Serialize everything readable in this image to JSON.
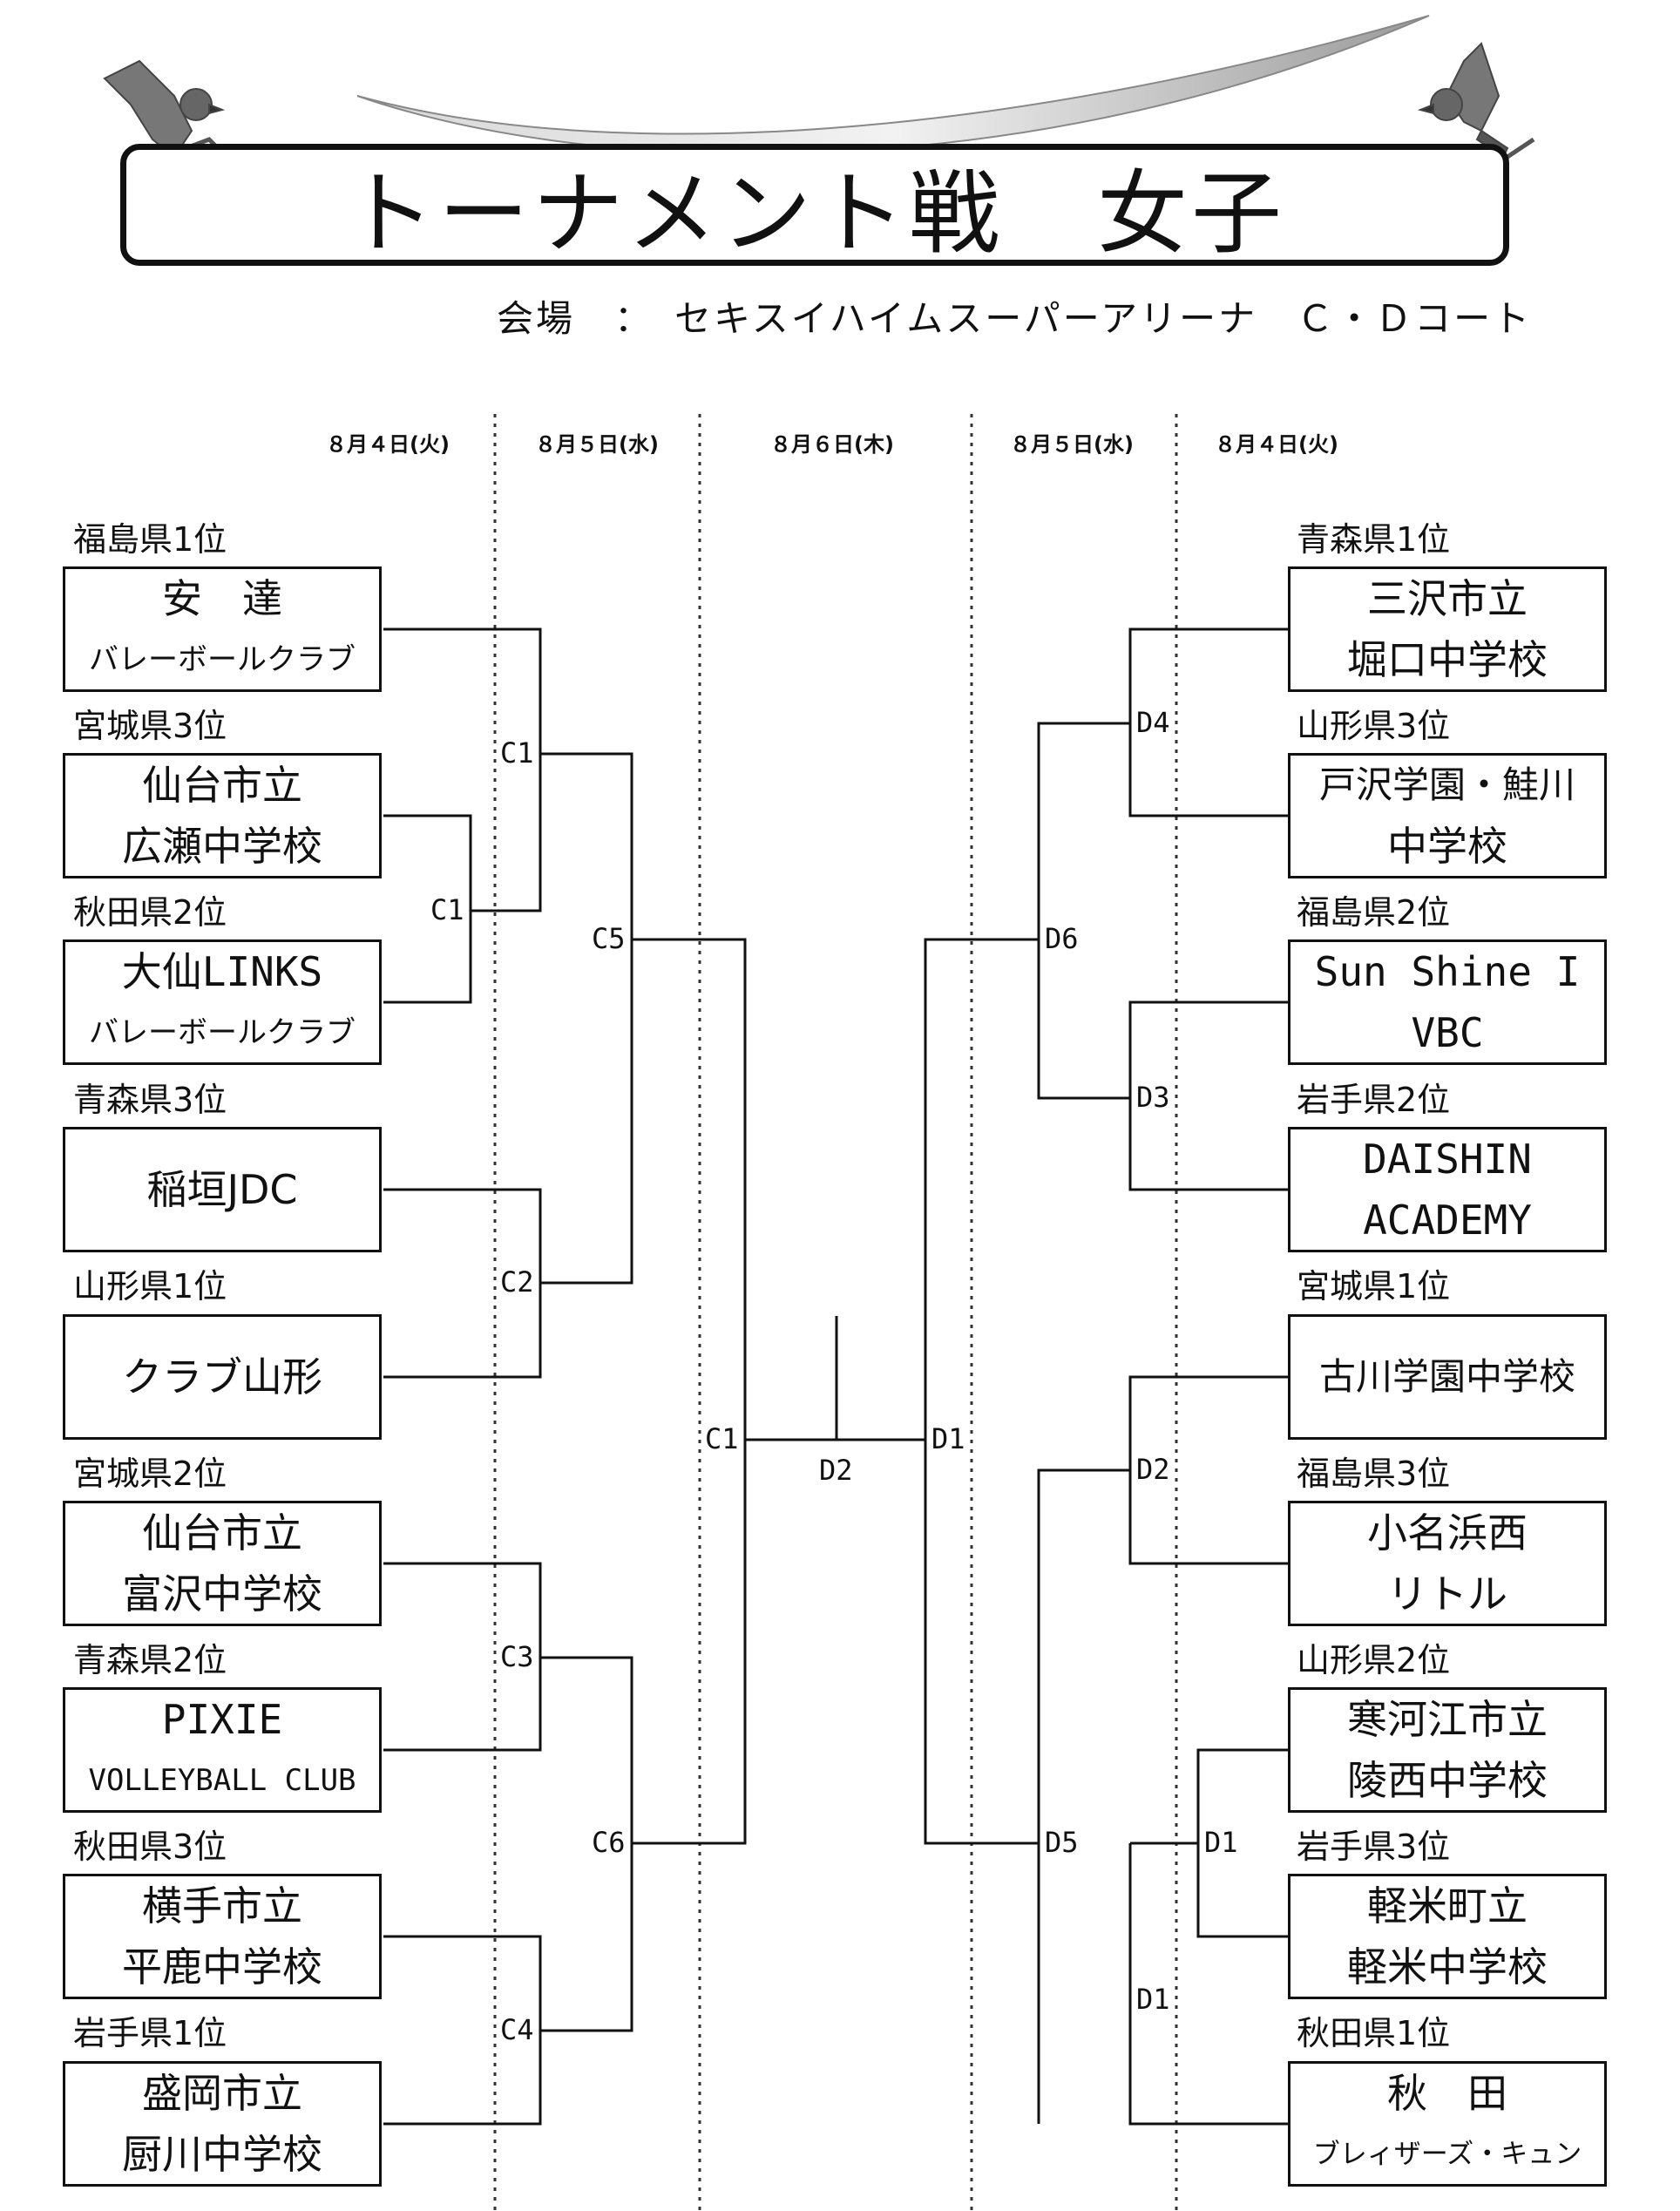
{
  "title": "トーナメント戦　女子",
  "venue": "会場　：　セキスイハイムスーパーアリーナ　Ｃ・Ｄコート",
  "dates": [
    "８月４日(火)",
    "８月５日(水)",
    "８月６日(木)",
    "８月５日(水)",
    "８月４日(火)"
  ],
  "left_teams": [
    {
      "seed": "福島県1位",
      "line1": "安　達",
      "line2": "バレーボールクラブ"
    },
    {
      "seed": "宮城県3位",
      "line1": "仙台市立",
      "line2": "広瀬中学校"
    },
    {
      "seed": "秋田県2位",
      "line1": "大仙LINKS",
      "line2": "バレーボールクラブ"
    },
    {
      "seed": "青森県3位",
      "line1": "稲垣JDC",
      "line2": ""
    },
    {
      "seed": "山形県1位",
      "line1": "クラブ山形",
      "line2": ""
    },
    {
      "seed": "宮城県2位",
      "line1": "仙台市立",
      "line2": "富沢中学校"
    },
    {
      "seed": "青森県2位",
      "line1": "PIXIE",
      "line2": "VOLLEYBALL CLUB"
    },
    {
      "seed": "秋田県3位",
      "line1": "横手市立",
      "line2": "平鹿中学校"
    },
    {
      "seed": "岩手県1位",
      "line1": "盛岡市立",
      "line2": "厨川中学校"
    }
  ],
  "right_teams": [
    {
      "seed": "青森県1位",
      "line1": "三沢市立",
      "line2": "堀口中学校"
    },
    {
      "seed": "山形県3位",
      "line1": "戸沢学園・鮭川",
      "line2": "中学校"
    },
    {
      "seed": "福島県2位",
      "line1": "Sun Shine I",
      "line2": "VBC"
    },
    {
      "seed": "岩手県2位",
      "line1": "DAISHIN",
      "line2": "ACADEMY"
    },
    {
      "seed": "宮城県1位",
      "line1": "古川学園中学校",
      "line2": ""
    },
    {
      "seed": "福島県3位",
      "line1": "小名浜西",
      "line2": "リトル"
    },
    {
      "seed": "山形県2位",
      "line1": "寒河江市立",
      "line2": "陵西中学校"
    },
    {
      "seed": "岩手県3位",
      "line1": "軽米町立",
      "line2": "軽米中学校"
    },
    {
      "seed": "秋田県1位",
      "line1": "秋　田",
      "line2": "ブレィザーズ・キュン"
    }
  ],
  "matches": {
    "left": [
      "C1",
      "C1",
      "C5",
      "C2",
      "C3",
      "C6",
      "C4",
      "C1"
    ],
    "right": [
      "D4",
      "D6",
      "D3",
      "D2",
      "D1",
      "D5",
      "D1",
      "D1"
    ],
    "final": "D2"
  }
}
